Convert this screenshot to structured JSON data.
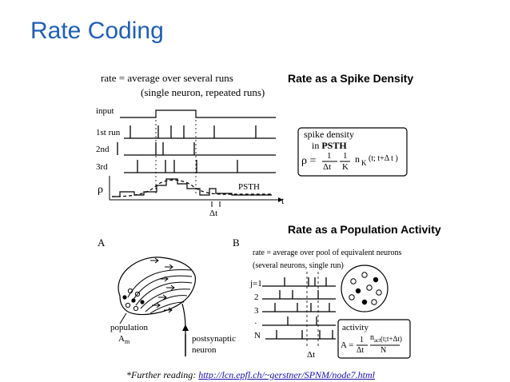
{
  "slide": {
    "title": "Rate Coding",
    "heading_spike_density": "Rate as a Spike Density",
    "heading_population": "Rate as a Population Activity",
    "footer_prefix": "*Further reading: ",
    "footer_link": "http://lcn.epfl.ch/~gerstner/SPNM/node7.html"
  },
  "top_figure": {
    "line1": "rate =  average over several runs",
    "line2": "(single neuron, repeated runs)",
    "input_label": "input",
    "rows": [
      "1st run",
      "2nd",
      "3rd"
    ],
    "rho": "ρ",
    "psth_label": "PSTH",
    "t": "t",
    "dt": "Δt",
    "box_line1": "spike density",
    "box_line2a": "in ",
    "box_line2b": "PSTH",
    "box_eq_lhs": "ρ =",
    "box_num1": "1",
    "box_den1": "Δt",
    "box_num2": "1",
    "box_den2": "K",
    "box_n": "n",
    "box_k": "K",
    "box_args": "(t; t+Δ t )"
  },
  "fig_a": {
    "label": "A",
    "population": "population",
    "am": "A",
    "am_sub": "m",
    "postsynaptic": "postsynaptic",
    "neuron": "neuron"
  },
  "fig_b": {
    "label": "B",
    "line1": "rate = average over pool of equivalent neurons",
    "line2": "(several neurons, single run)",
    "rows": [
      "j=1",
      "2",
      "3",
      "·",
      "N"
    ],
    "dt": "Δt",
    "activity": "activity",
    "eq_lhs": "A =",
    "num": "1",
    "den1": "Δt",
    "n_act": "n",
    "act_sub": "act",
    "args": "(t;t+Δt)",
    "den2": "N"
  }
}
